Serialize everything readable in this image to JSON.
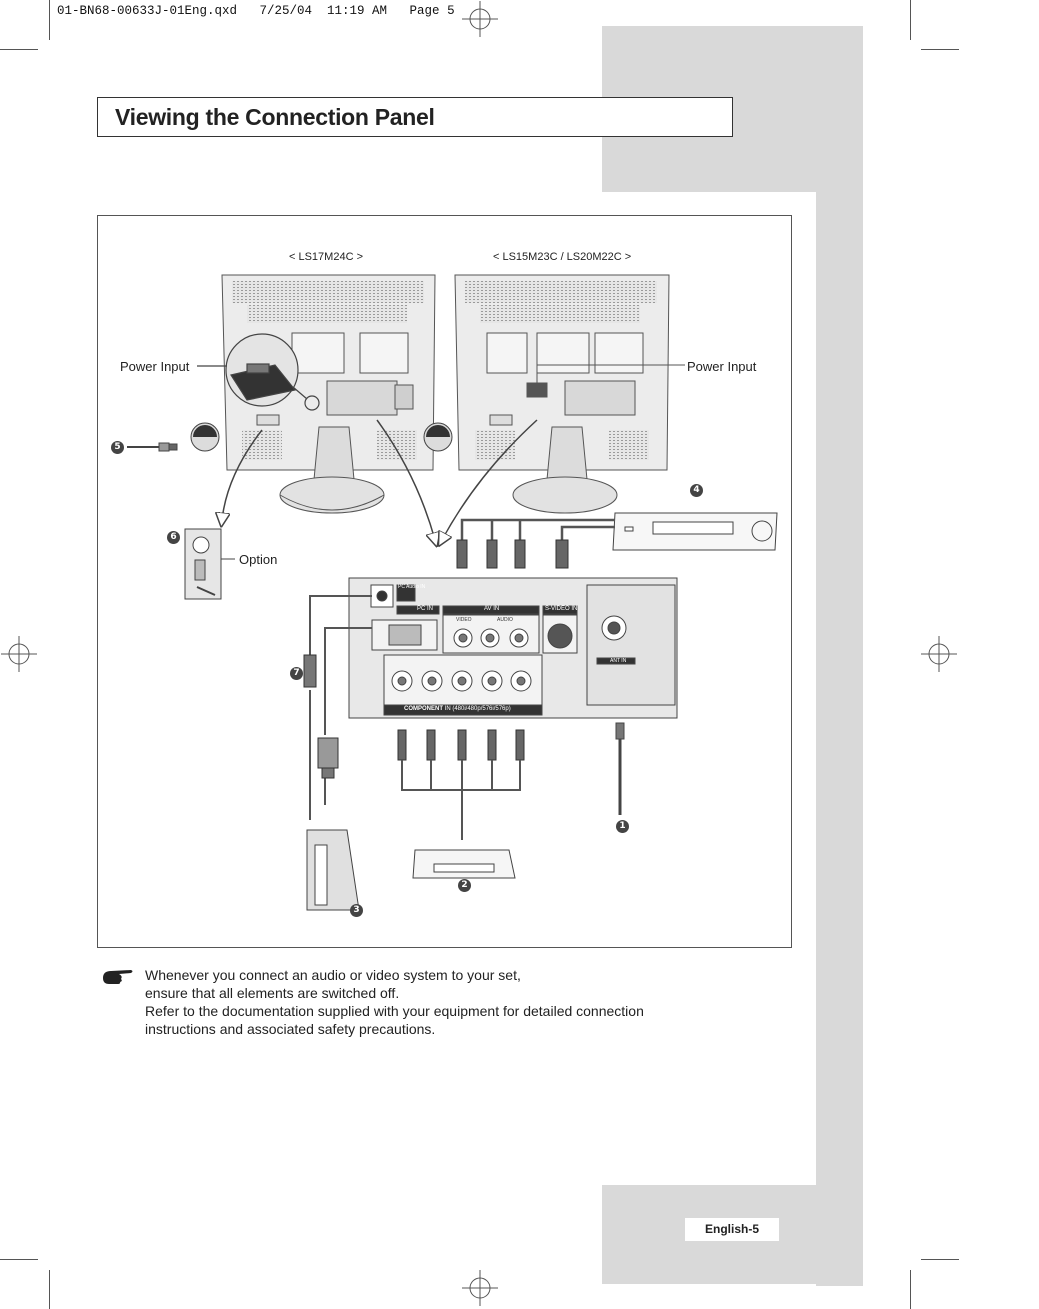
{
  "print_header": "01-BN68-00633J-01Eng.qxd   7/25/04  11:19 AM   Page 5",
  "title": "Viewing the Connection Panel",
  "diagram": {
    "model_left": "< LS17M24C >",
    "model_right": "< LS15M23C /  LS20M22C >",
    "power_input_left": "Power Input",
    "power_input_right": "Power Input",
    "option_label": "Option",
    "panel_labels": {
      "pc_audio": "PC Audio IN",
      "pc_in": "PC IN",
      "av_in": "AV IN",
      "svideo_in": "S-VIDEO IN",
      "video": "VIDEO",
      "audio": "AUDIO",
      "ant_in": "ANT IN",
      "component": "COMPONENT",
      "component_res": "IN (480i/480p/576i/576p)"
    },
    "callouts": [
      "1",
      "2",
      "3",
      "4",
      "5",
      "6",
      "7"
    ]
  },
  "note_lines": [
    "Whenever you connect an audio or video system to your set,",
    "ensure that all elements are switched off.",
    "Refer to the documentation supplied with your equipment for detailed connection",
    "instructions and associated safety precautions."
  ],
  "page_label": "English-5",
  "colors": {
    "sidebar_gray": "#d9d9d9",
    "line": "#333333"
  }
}
